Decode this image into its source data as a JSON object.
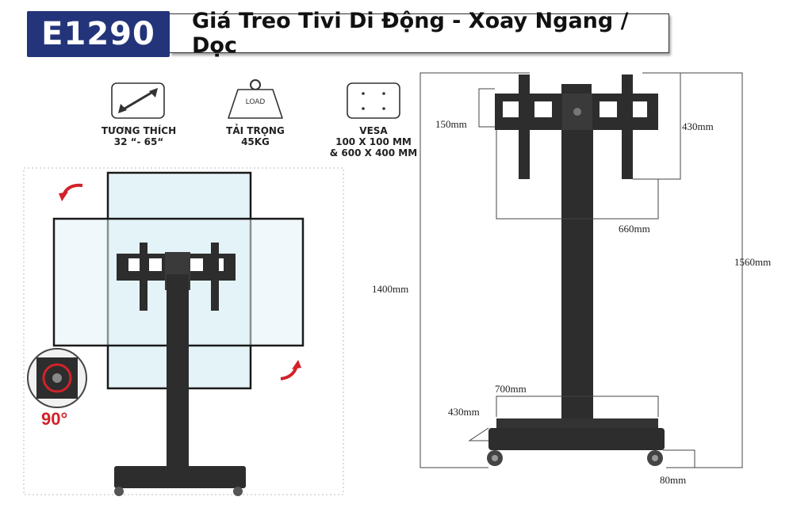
{
  "header": {
    "model_code": "E1290",
    "title": "Giá Treo Tivi Di Động - Xoay Ngang / Dọc"
  },
  "features": [
    {
      "icon": "diagonal-arrow-icon",
      "label_line1": "TƯƠNG THÍCH",
      "label_line2": "32 “- 65“"
    },
    {
      "icon": "weight-load-icon",
      "icon_text": "LOAD",
      "label_line1": "TẢI TRỌNG",
      "label_line2": "45KG"
    },
    {
      "icon": "vesa-pattern-icon",
      "label_line1": "VESA",
      "label_line2": "100 X 100 MM",
      "label_line3": "& 600 X 400 MM"
    }
  ],
  "rotation": {
    "angle_label": "90°"
  },
  "dimensions": {
    "vesa_v": "150mm",
    "bracket_h": "430mm",
    "bracket_w": "660mm",
    "overall_h": "1560mm",
    "mount_h": "1400mm",
    "base_w": "700mm",
    "base_d": "430mm",
    "caster_h": "80mm"
  },
  "colors": {
    "brand_blue": "#23347a",
    "accent_red": "#d2222a",
    "stand_dark": "#2d2d2d",
    "screen_tint": "#e4f3f7"
  }
}
